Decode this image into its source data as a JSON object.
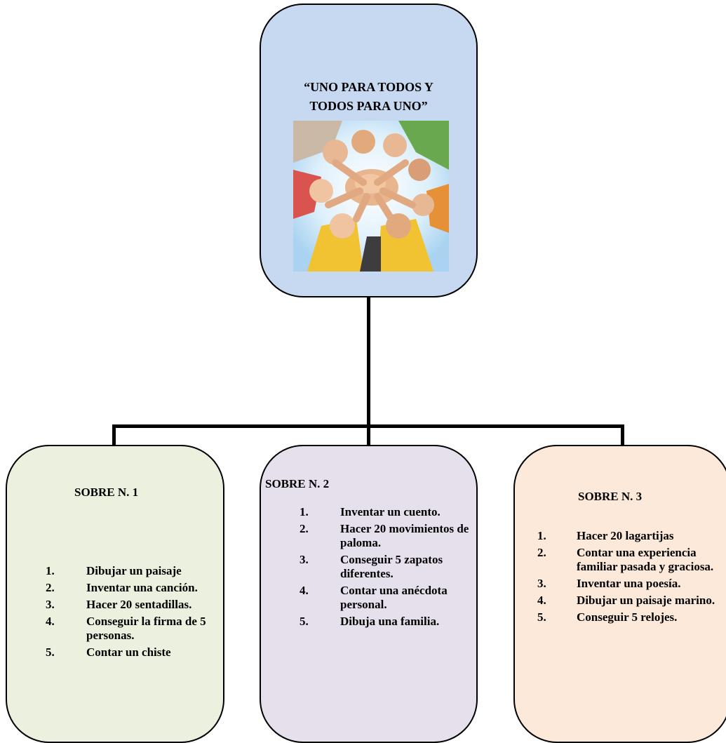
{
  "root": {
    "title": "“UNO PARA TODOS Y TODOS PARA UNO”",
    "photo_icon": "people-circle-hands-photo"
  },
  "envelopes": [
    {
      "title": "SOBRE  N.  1",
      "color": "#ebf1de",
      "items": [
        {
          "num": "1.",
          "text": "Dibujar un paisaje"
        },
        {
          "num": "2.",
          "text": "Inventar una canción."
        },
        {
          "num": "3.",
          "text": "Hacer 20 sentadillas."
        },
        {
          "num": "4.",
          "text": "Conseguir la firma de 5 personas."
        },
        {
          "num": "5.",
          "text": "Contar un chiste"
        }
      ]
    },
    {
      "title": "SOBRE  N.  2",
      "color": "#e5e0ec",
      "items": [
        {
          "num": "1.",
          "text": "Inventar un cuento."
        },
        {
          "num": "2.",
          "text": "Hacer 20 movimientos de paloma."
        },
        {
          "num": "3.",
          "text": "Conseguir 5 zapatos diferentes."
        },
        {
          "num": "4.",
          "text": "Contar una anécdota personal."
        },
        {
          "num": "5.",
          "text": "Dibuja una familia."
        }
      ]
    },
    {
      "title": "SOBRE  N.  3",
      "color": "#fde9d9",
      "items": [
        {
          "num": "1.",
          "text": "Hacer 20 lagartijas"
        },
        {
          "num": "2.",
          "text": "Contar una experiencia familiar pasada y graciosa."
        },
        {
          "num": "3.",
          "text": "Inventar una poesía."
        },
        {
          "num": "4.",
          "text": "Dibujar un paisaje marino."
        },
        {
          "num": "5.",
          "text": "Conseguir 5 relojes."
        }
      ]
    }
  ]
}
